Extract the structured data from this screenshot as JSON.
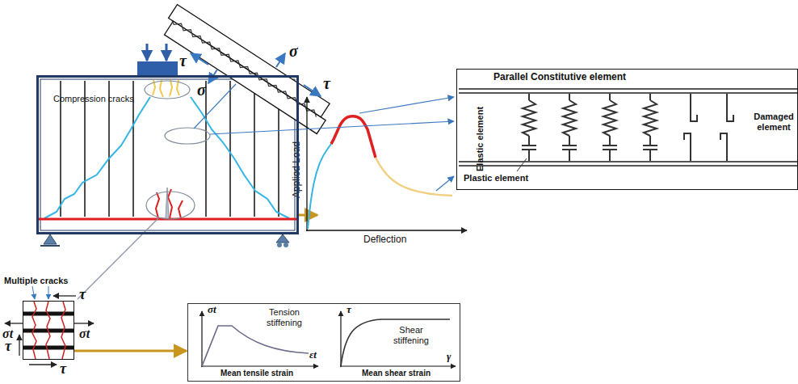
{
  "diagram": {
    "nodes": [
      {
        "text": [
          "Compression cracks"
        ]
      },
      {
        "text": [
          "Parallel Constitutive element",
          "Elastic element",
          "Damaged element",
          "Plastic element"
        ]
      },
      {
        "text": [
          "Multiple cracks"
        ]
      },
      {
        "text": [
          "σt",
          "Tension stiffening",
          "εt",
          "Mean tensile strain",
          "τ",
          "Shear stiffening",
          "γ",
          "Mean shear strain"
        ]
      }
    ],
    "edges": [
      {
        "from": 2,
        "to": 3,
        "arrow": "to"
      }
    ],
    "labels": [
      "σ",
      "τ",
      "τ",
      "σ",
      "Applied Load",
      "Deflection",
      "τ",
      "σt",
      "σt",
      "τ",
      "τ"
    ]
  }
}
